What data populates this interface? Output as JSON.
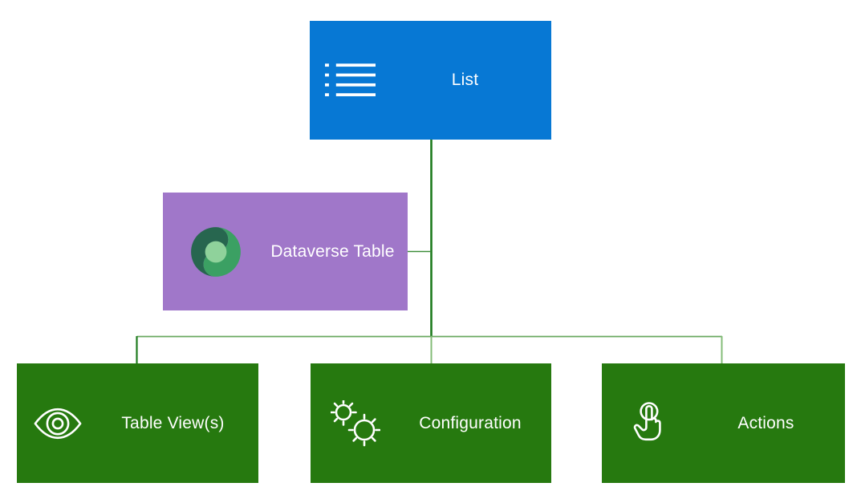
{
  "nodes": {
    "list": {
      "label": "List",
      "icon": "bulleted-list-icon",
      "color": "#0778D4"
    },
    "dataverse": {
      "label": "Dataverse Table",
      "icon": "dataverse-icon",
      "color": "#A077C9",
      "icon_colors": {
        "dark": "#27664F",
        "mid": "#3BA063",
        "light": "#8FD29B"
      }
    },
    "table_views": {
      "label": "Table View(s)",
      "icon": "eye-icon",
      "color": "#26790F"
    },
    "configuration": {
      "label": "Configuration",
      "icon": "gears-icon",
      "color": "#26790F"
    },
    "actions": {
      "label": "Actions",
      "icon": "tap-icon",
      "color": "#26790F"
    }
  },
  "edges": [
    {
      "from": "List",
      "to": "Dataverse Table"
    },
    {
      "from": "List",
      "to": "Table View(s)"
    },
    {
      "from": "List",
      "to": "Configuration"
    },
    {
      "from": "List",
      "to": "Actions"
    }
  ],
  "connector_colors": {
    "dark": "#1E7B1E",
    "mid": "#3E8E3A",
    "branch": "#69A95F",
    "light": "#84BC78"
  },
  "text_color": "#FFFFFF"
}
